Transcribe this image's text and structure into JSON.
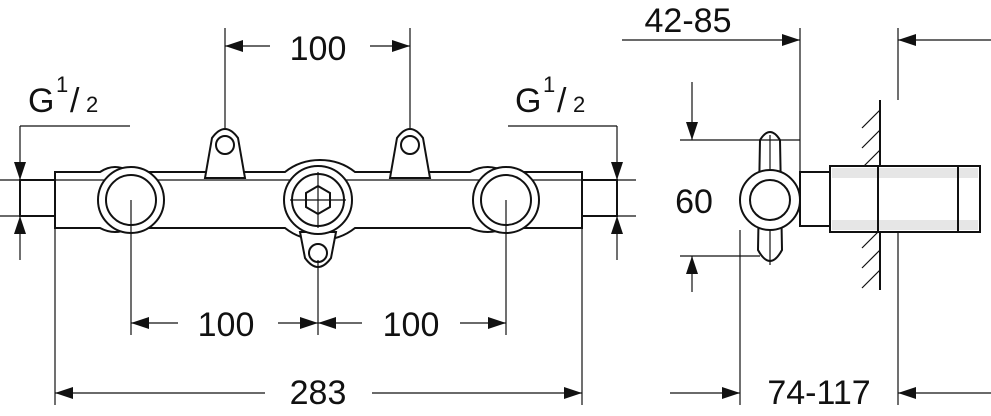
{
  "dimensions": {
    "top_spacing": "100",
    "left_spacing": "100",
    "right_spacing": "100",
    "overall_length": "283",
    "depth_range_top": "42-85",
    "depth_range_bottom": "74-117",
    "height": "60"
  },
  "thread_labels": {
    "left": {
      "base": "G",
      "numerator": "1",
      "slash": "/",
      "denominator": "2"
    },
    "right": {
      "base": "G",
      "numerator": "1",
      "slash": "/",
      "denominator": "2"
    }
  },
  "colors": {
    "line": "#111111",
    "shade": "#e6e6e6",
    "background": "#ffffff"
  }
}
